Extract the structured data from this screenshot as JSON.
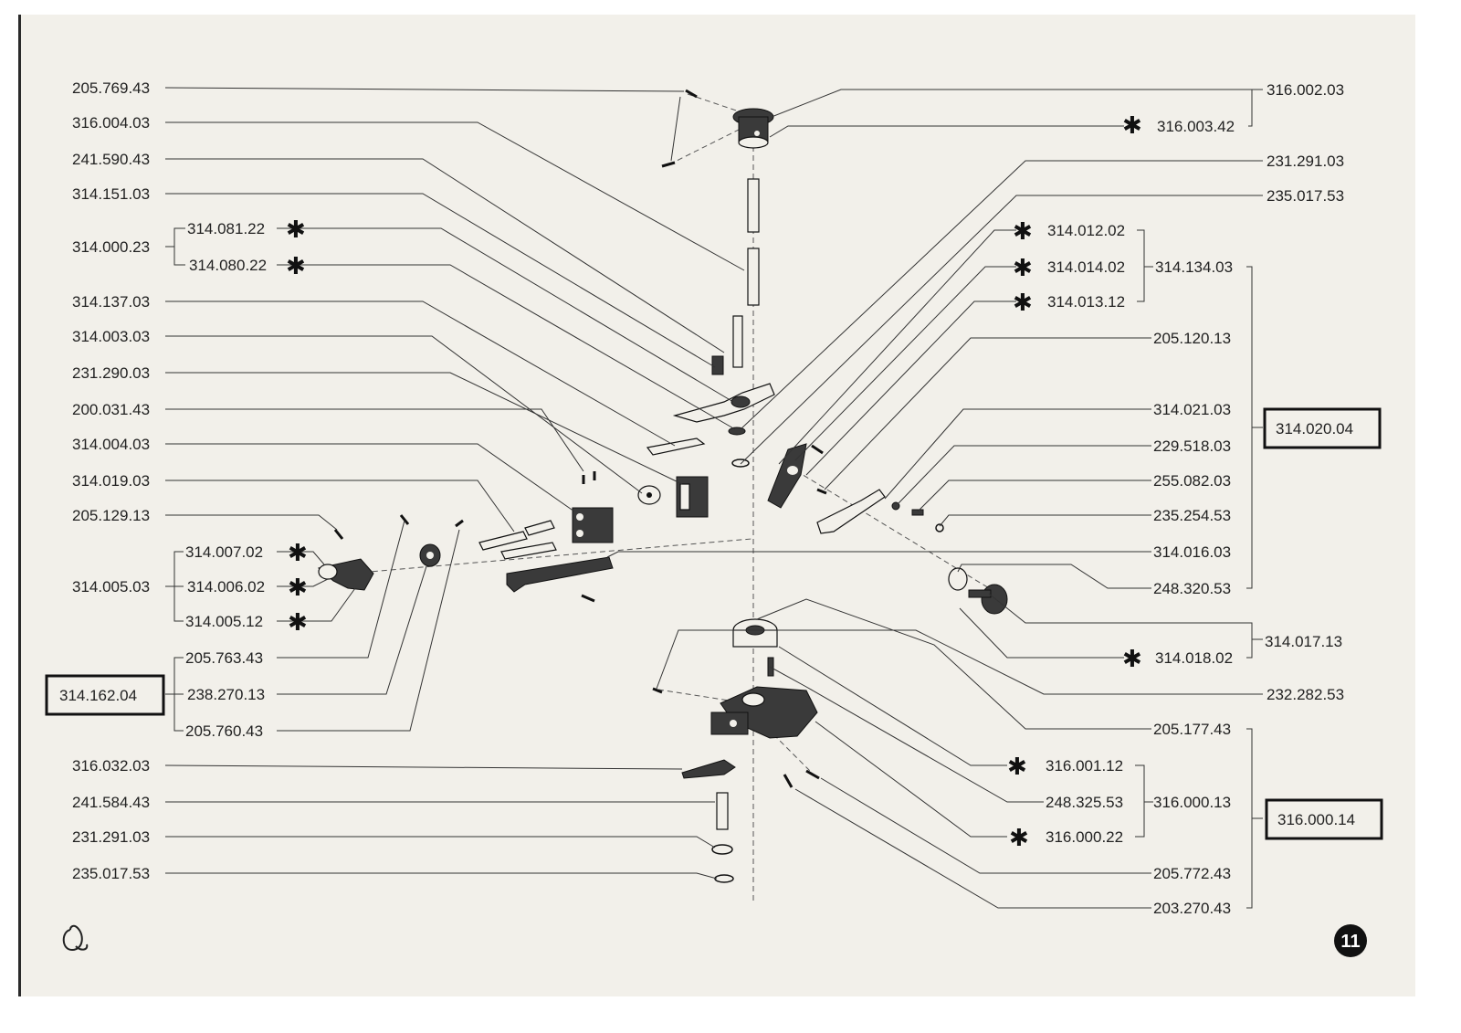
{
  "labels_left": [
    "205.769.43",
    "316.004.03",
    "241.590.43",
    "314.151.03",
    "314.000.23",
    "314.137.03",
    "314.003.03",
    "231.290.03",
    "200.031.43",
    "314.004.03",
    "314.019.03",
    "205.129.13",
    "314.005.03",
    "316.032.03",
    "241.584.43",
    "231.291.03",
    "235.017.53"
  ],
  "labels_left_group": [
    "314.081.22",
    "314.080.22",
    "314.007.02",
    "314.006.02",
    "314.005.12",
    "205.763.43",
    "238.270.13",
    "205.760.43"
  ],
  "labels_right": [
    "316.002.03",
    "316.003.42",
    "231.291.03",
    "235.017.53",
    "314.134.03",
    "314.020.04",
    "314.017.13",
    "232.282.53",
    "316.000.14"
  ],
  "labels_right_group": [
    "314.012.02",
    "314.014.02",
    "314.013.12",
    "205.120.13",
    "314.021.03",
    "229.518.03",
    "255.082.03",
    "235.254.53",
    "314.016.03",
    "248.320.53",
    "314.018.02",
    "205.177.43",
    "316.001.12",
    "248.325.53",
    "316.000.13",
    "316.000.22",
    "205.772.43",
    "203.270.43"
  ],
  "boxed_left": "314.162.04",
  "page_number": "11",
  "colors": {
    "paper": "#f2f0ea",
    "ink": "#222222"
  },
  "icons": {
    "replacement_mark": "asterisk-star-icon",
    "publisher_logo": "logo-mark"
  }
}
